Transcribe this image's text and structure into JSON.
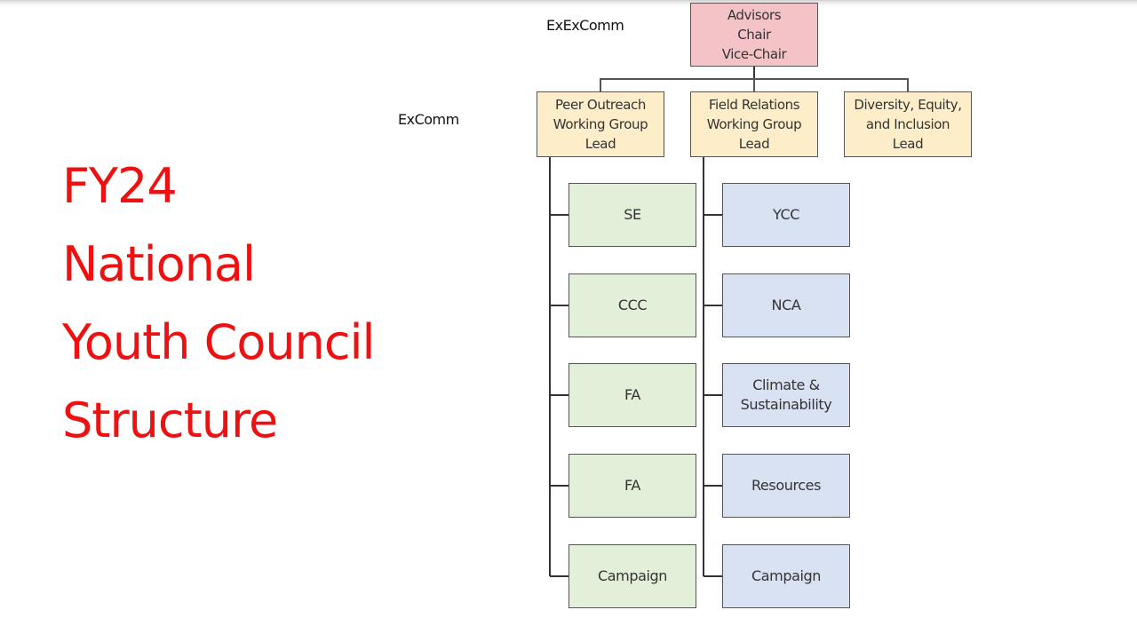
{
  "title": {
    "lines": [
      "FY24",
      "National",
      "Youth Council",
      "Structure"
    ],
    "color": "#ee1111"
  },
  "levels": {
    "exexcomm": "ExExComm",
    "excomm": "ExComm"
  },
  "org_chart": {
    "top": {
      "text": "Advisors\nChair\nVice-Chair",
      "color": "#f4c3c7"
    },
    "leads": [
      {
        "text": "Peer Outreach\nWorking Group\nLead",
        "color": "#fdeec9"
      },
      {
        "text": "Field Relations\nWorking Group\nLead",
        "color": "#fdeec9"
      },
      {
        "text": "Diversity, Equity,\nand Inclusion\nLead",
        "color": "#fdeec9"
      }
    ],
    "peer_outreach_groups": {
      "color": "#e2efd9",
      "items": [
        "SE",
        "CCC",
        "FA",
        "FA",
        "Campaign"
      ]
    },
    "field_relations_groups": {
      "color": "#d9e2f3",
      "items": [
        "YCC",
        "NCA",
        "Climate &\nSustainability",
        "Resources",
        "Campaign"
      ]
    }
  }
}
